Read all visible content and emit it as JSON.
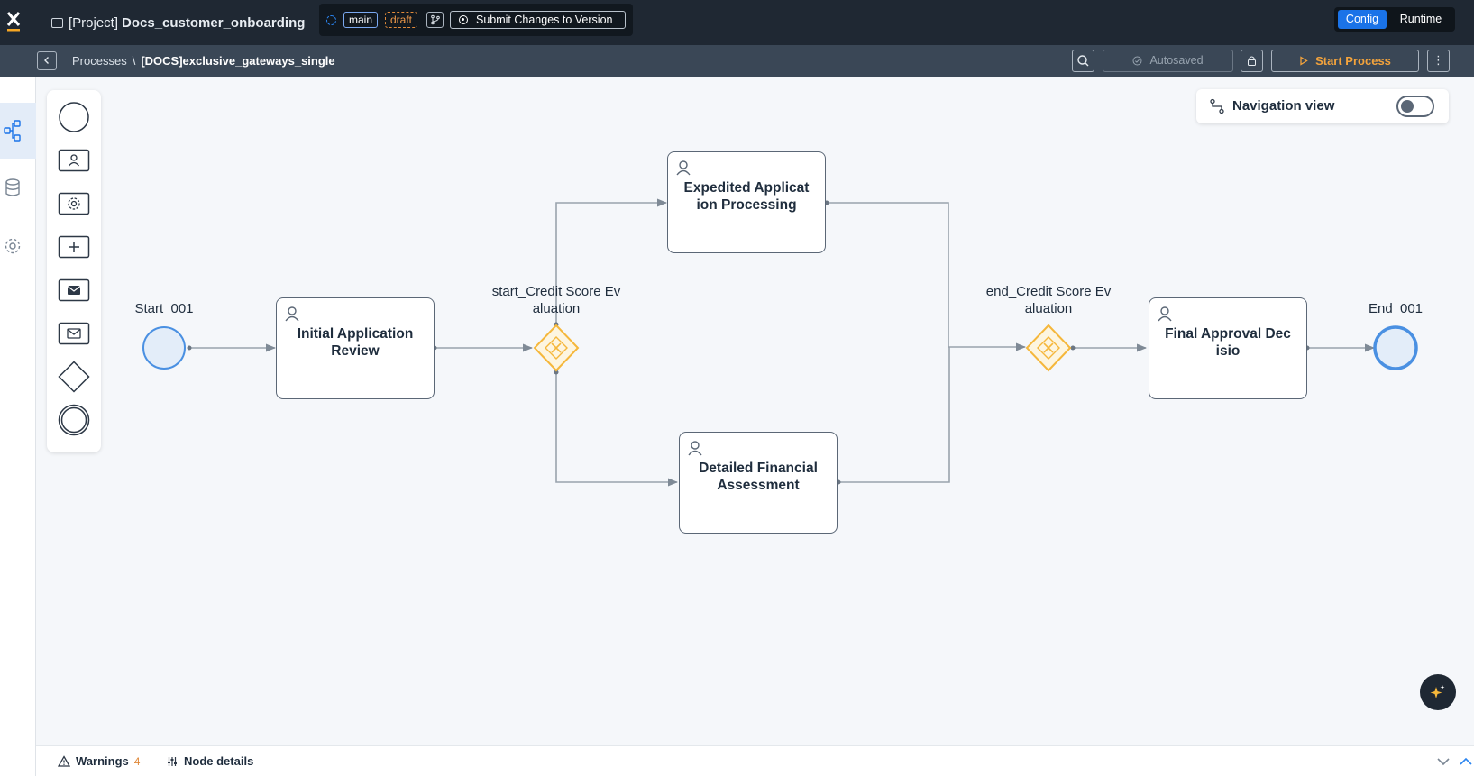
{
  "header": {
    "project_prefix": "[Project]",
    "project_name": "Docs_customer_onboarding",
    "branch": "main",
    "status": "draft",
    "submit_label": "Submit Changes to Version",
    "mode_config": "Config",
    "mode_runtime": "Runtime"
  },
  "toolbar": {
    "breadcrumb_parent": "Processes",
    "breadcrumb_sep": "\\",
    "breadcrumb_current": "[DOCS]exclusive_gateways_single",
    "autosave_label": "Autosaved",
    "start_label": "Start Process",
    "more_label": "⋮"
  },
  "canvas": {
    "start_event": "Start_001",
    "end_event": "End_001",
    "tasks": {
      "initial": "Initial Application Review",
      "expedited": "Expedited Applicat ion Processing",
      "detailed": "Detailed Financial Assessment",
      "final": "Final Approval Dec isio"
    },
    "gateways": {
      "start": "start_Credit Score Ev aluation",
      "end": "end_Credit Score Ev aluation"
    },
    "nav_view_label": "Navigation view",
    "nav_view_enabled": false
  },
  "footer": {
    "warnings_label": "Warnings",
    "warnings_count": "4",
    "node_details_label": "Node details"
  },
  "colors": {
    "accent": "#1a73e8",
    "gateway": "#f5b73b",
    "start_button": "#f3a33c",
    "event_fill": "#e3edf9",
    "event_stroke": "#4a90e2"
  }
}
